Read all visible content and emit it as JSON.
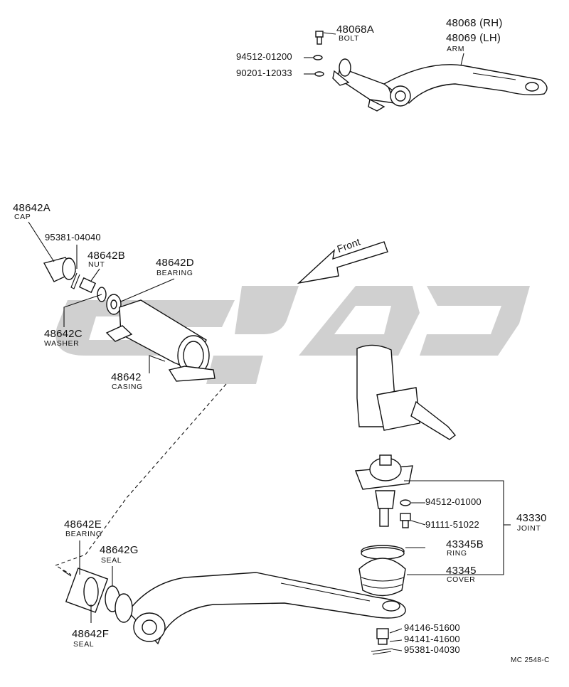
{
  "labels": {
    "p48068A": {
      "number": "48068A",
      "name": "BOLT"
    },
    "p48068": "48068 (RH)",
    "p48069": "48069 (LH)",
    "arm_name": "ARM",
    "p94512_01200": "94512-01200",
    "p90201_12033": "90201-12033",
    "p48642A": {
      "number": "48642A",
      "name": "CAP"
    },
    "p95381_04040": "95381-04040",
    "p48642B": {
      "number": "48642B",
      "name": "NUT"
    },
    "p48642D": {
      "number": "48642D",
      "name": "BEARING"
    },
    "p48642C": {
      "number": "48642C",
      "name": "WASHER"
    },
    "p48642": {
      "number": "48642",
      "name": "CASING"
    },
    "front": "Front",
    "p94512_01000": "94512-01000",
    "p91111_51022": "91111-51022",
    "p43330": {
      "number": "43330",
      "name": "JOINT"
    },
    "p43345B": {
      "number": "43345B",
      "name": "RING"
    },
    "p43345": {
      "number": "43345",
      "name": "COVER"
    },
    "p48642E": {
      "number": "48642E",
      "name": "BEARING"
    },
    "p48642G": {
      "number": "48642G",
      "name": "SEAL"
    },
    "p48642F": {
      "number": "48642F",
      "name": "SEAL"
    },
    "p94146_51600": "94146-51600",
    "p94141_41600": "94141-41600",
    "p95381_04030": "95381-04030",
    "diagram_code": "MC 2548-C"
  },
  "colors": {
    "ink": "#111111",
    "watermark": "#c8c8c8"
  },
  "watermark": {
    "text": "عمران"
  }
}
